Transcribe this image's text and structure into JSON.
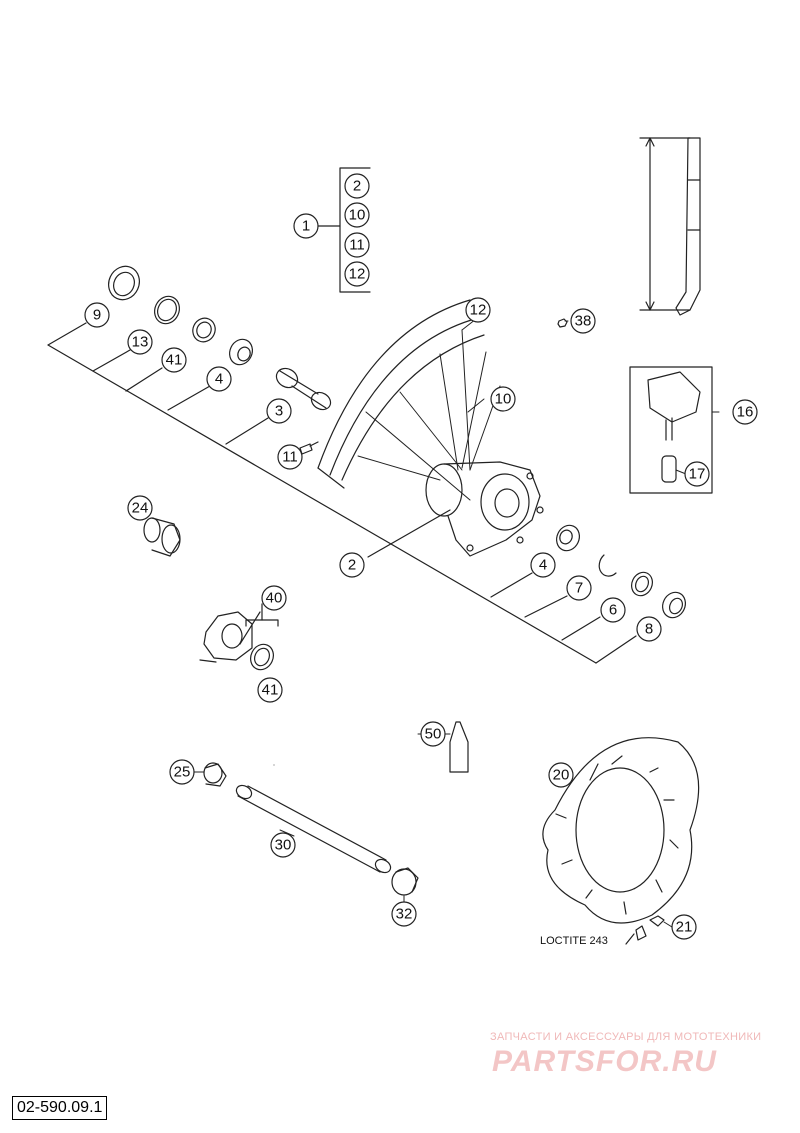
{
  "diagram": {
    "document_code": "02-590.09.1",
    "watermark_tagline": "ЗАПЧАСТИ И АКСЕССУАРЫ ДЛЯ МОТОТЕХНИКИ",
    "watermark_logo": "PARTSFOR.RU",
    "note_loctite": "LOCTITE 243",
    "callouts": [
      {
        "id": "c1",
        "num": "1"
      },
      {
        "id": "c2a",
        "num": "2"
      },
      {
        "id": "c10a",
        "num": "10"
      },
      {
        "id": "c11a",
        "num": "11"
      },
      {
        "id": "c12a",
        "num": "12"
      },
      {
        "id": "c9",
        "num": "9"
      },
      {
        "id": "c13",
        "num": "13"
      },
      {
        "id": "c41a",
        "num": "41"
      },
      {
        "id": "c4a",
        "num": "4"
      },
      {
        "id": "c3",
        "num": "3"
      },
      {
        "id": "c11b",
        "num": "11"
      },
      {
        "id": "c12b",
        "num": "12"
      },
      {
        "id": "c10b",
        "num": "10"
      },
      {
        "id": "c38",
        "num": "38"
      },
      {
        "id": "c16",
        "num": "16"
      },
      {
        "id": "c17",
        "num": "17"
      },
      {
        "id": "c24",
        "num": "24"
      },
      {
        "id": "c2b",
        "num": "2"
      },
      {
        "id": "c4b",
        "num": "4"
      },
      {
        "id": "c7",
        "num": "7"
      },
      {
        "id": "c6",
        "num": "6"
      },
      {
        "id": "c8",
        "num": "8"
      },
      {
        "id": "c40",
        "num": "40"
      },
      {
        "id": "c41b",
        "num": "41"
      },
      {
        "id": "c50",
        "num": "50"
      },
      {
        "id": "c20",
        "num": "20"
      },
      {
        "id": "c25",
        "num": "25"
      },
      {
        "id": "c30",
        "num": "30"
      },
      {
        "id": "c32",
        "num": "32"
      },
      {
        "id": "c21",
        "num": "21"
      }
    ]
  }
}
